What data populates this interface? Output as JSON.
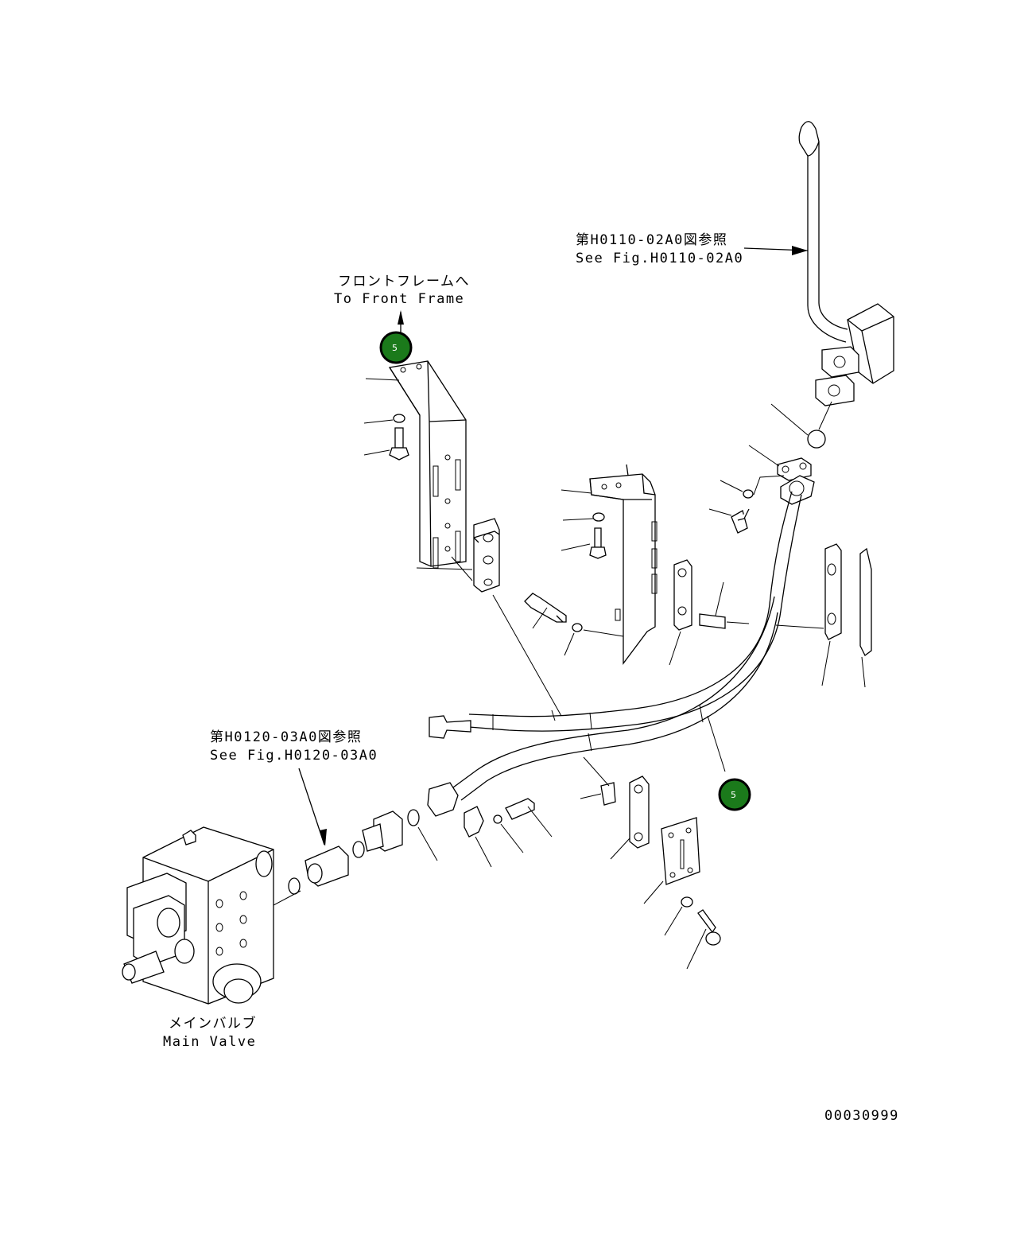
{
  "labels": {
    "front_frame_jp": "フロントフレームへ",
    "front_frame_en": "To Front Frame",
    "ref_upper_jp": "第H0110-02A0図参照",
    "ref_upper_en": "See Fig.H0110-02A0",
    "ref_lower_jp": "第H0120-03A0図参照",
    "ref_lower_en": "See Fig.H0120-03A0",
    "main_valve_jp": "メインバルブ",
    "main_valve_en": "Main Valve"
  },
  "badges": {
    "upper": "5",
    "lower": "5"
  },
  "drawing_number": "00030999",
  "colors": {
    "badge_fill": "#1b7a1b",
    "line": "#000000",
    "background": "#ffffff"
  }
}
